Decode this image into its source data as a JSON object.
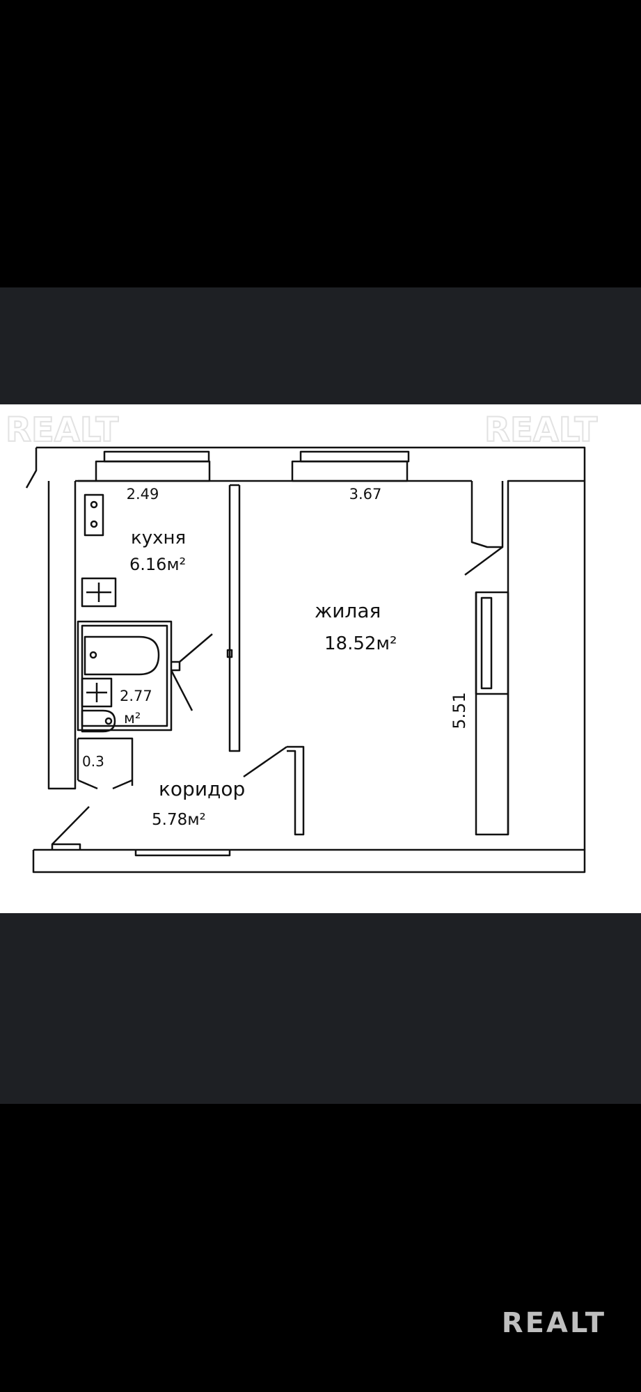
{
  "watermark": "REALT",
  "brand_logo": "REALT",
  "plan": {
    "rooms": [
      {
        "id": "kitchen",
        "name": "кухня",
        "area": "6.16м²"
      },
      {
        "id": "living",
        "name": "жилая",
        "area": "18.52м²"
      },
      {
        "id": "bathroom",
        "area_value": "2.77",
        "area_unit": "м²"
      },
      {
        "id": "corridor",
        "name": "коридор",
        "area": "5.78м²"
      }
    ],
    "dimensions": {
      "kitchen_width": "2.49",
      "living_width": "3.67",
      "living_length": "5.51",
      "closet": "0.3"
    }
  }
}
